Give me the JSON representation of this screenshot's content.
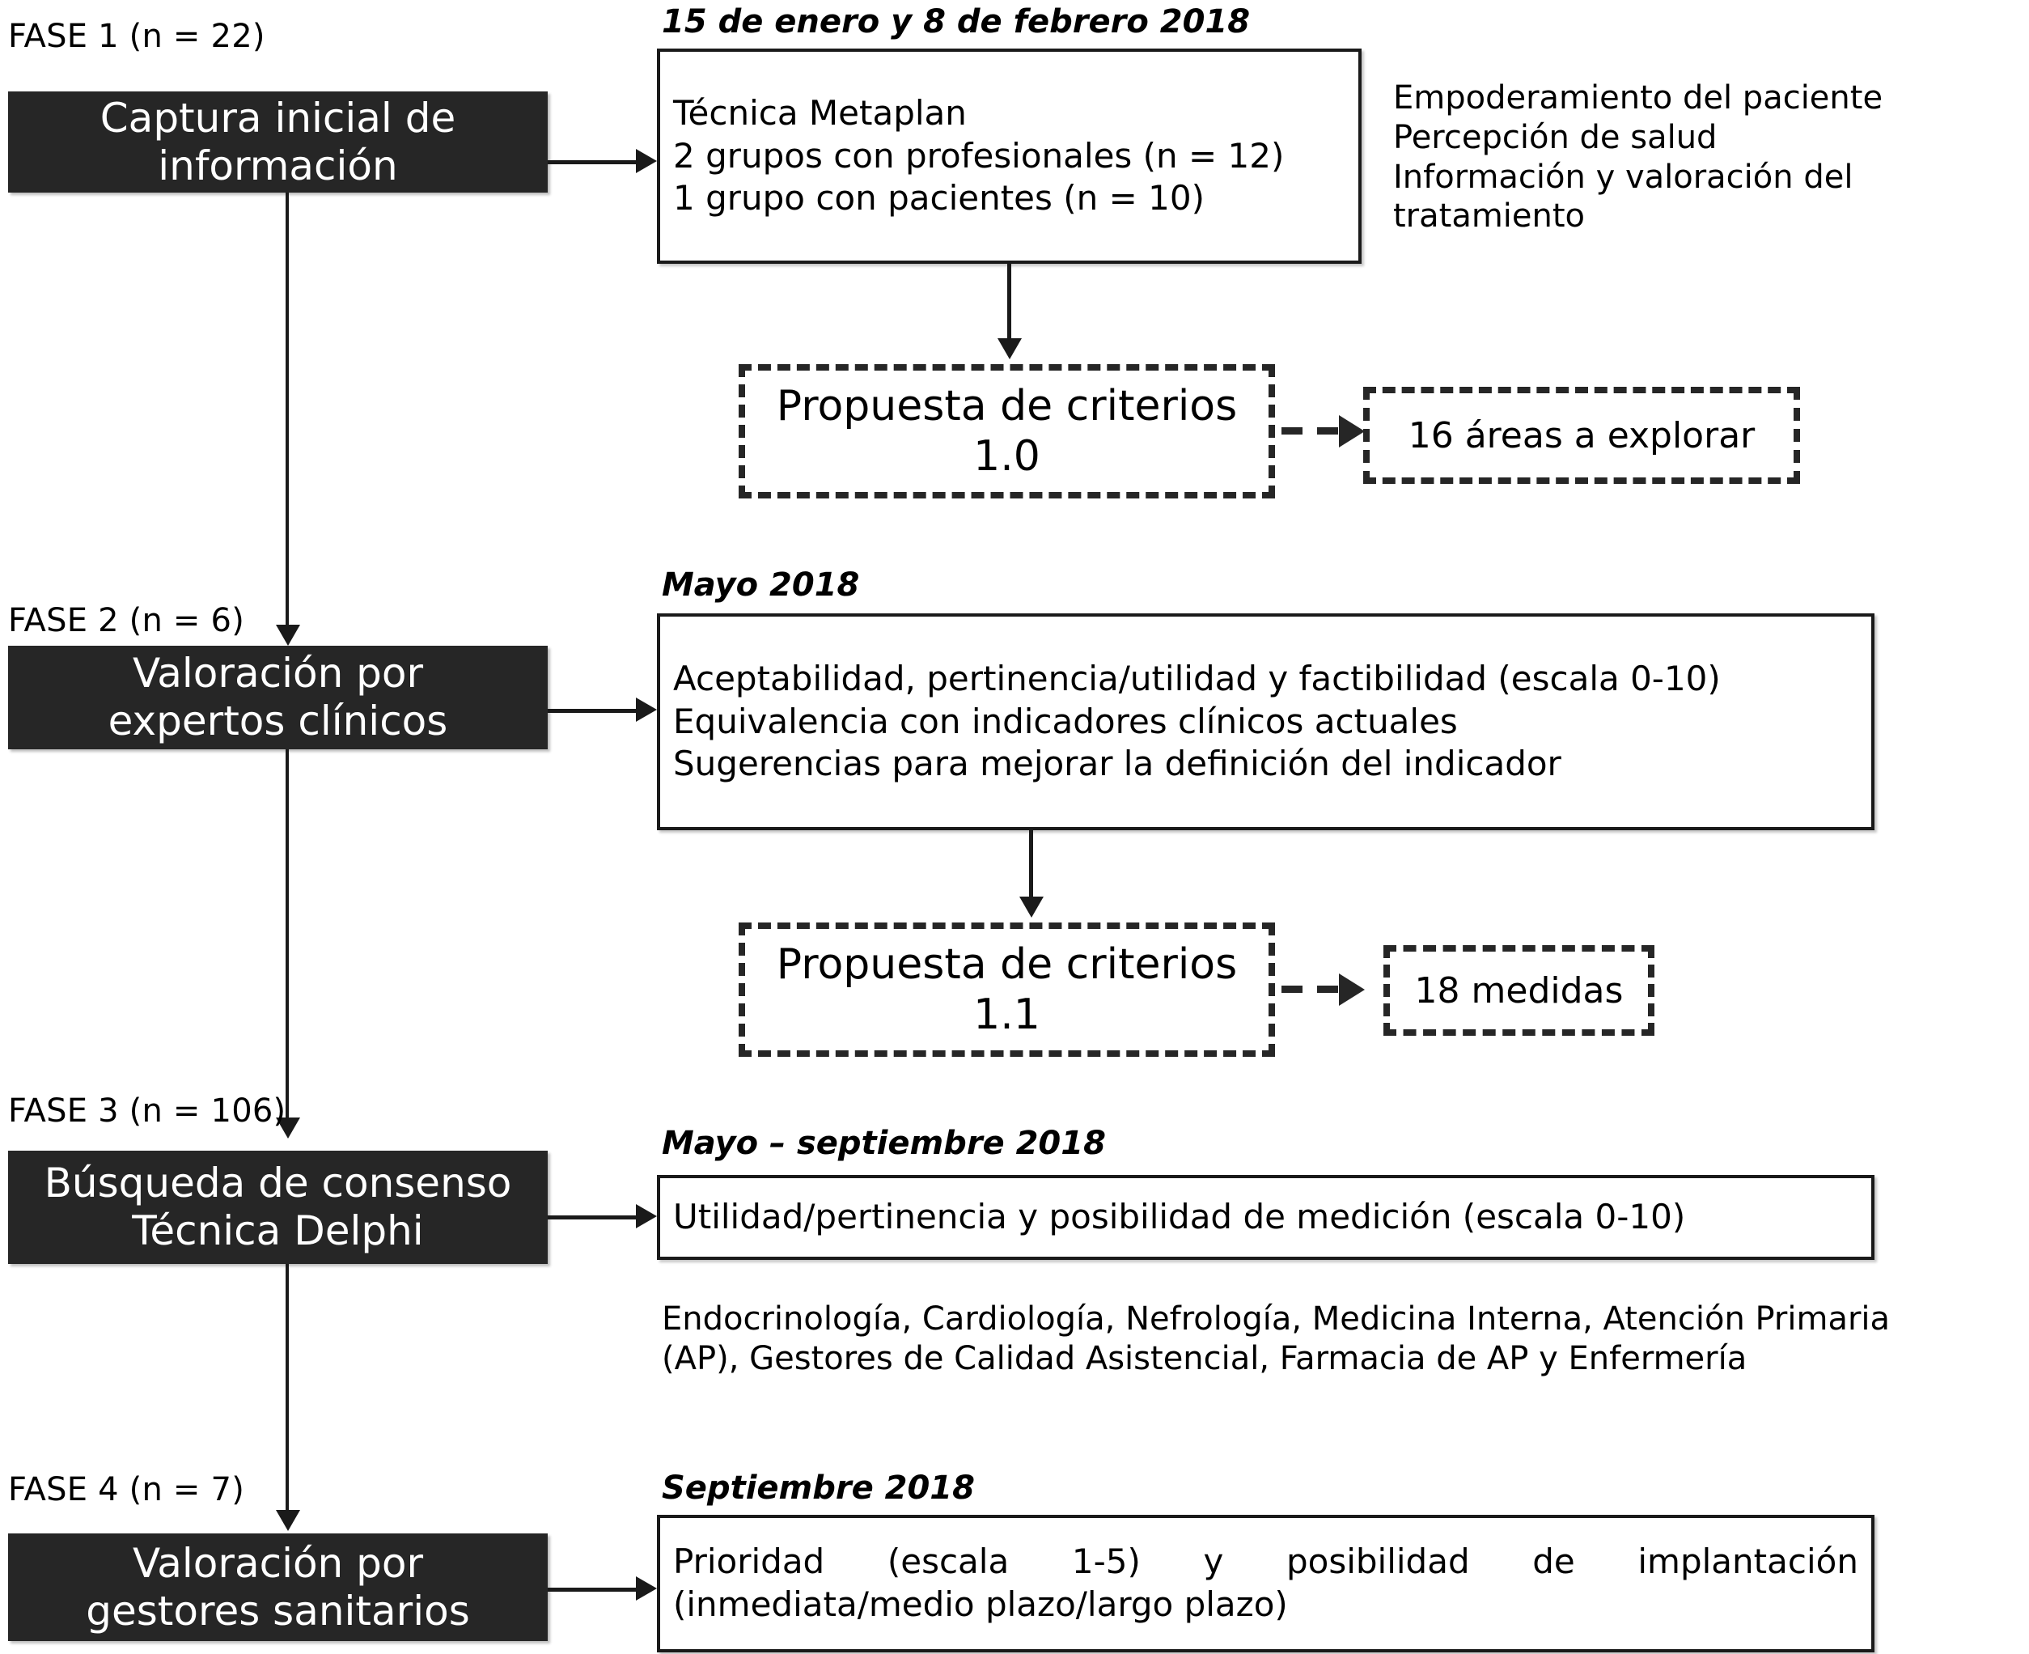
{
  "diagram": {
    "title": "Esquema de fases del estudio",
    "colors": {
      "phase_box_bg": "#262626",
      "phase_box_text": "#ffffff",
      "line": "#1a1a1a",
      "background": "#ffffff"
    },
    "phases": [
      {
        "id": "fase-1",
        "label": "FASE 1 (n = 22)",
        "box_line1": "Captura inicial de",
        "box_line2": "información",
        "date": "15 de enero y 8 de febrero 2018",
        "detail_lines": [
          "Técnica Metaplan",
          "2 grupos con profesionales (n = 12)",
          "1 grupo con pacientes (n = 10)"
        ],
        "side_notes": [
          "Empoderamiento del paciente",
          "Percepción de salud",
          "Información y valoración del tratamiento"
        ],
        "output_line1": "Propuesta de criterios",
        "output_line2": "1.0",
        "output_result": "16 áreas a explorar"
      },
      {
        "id": "fase-2",
        "label": "FASE 2 (n = 6)",
        "box_line1": "Valoración por",
        "box_line2": "expertos clínicos",
        "date": "Mayo 2018",
        "detail_lines": [
          "Aceptabilidad, pertinencia/utilidad y factibilidad (escala 0-10)",
          "Equivalencia con indicadores clínicos actuales",
          "Sugerencias para mejorar la definición del indicador"
        ],
        "output_line1": "Propuesta de criterios",
        "output_line2": "1.1",
        "output_result": "18 medidas"
      },
      {
        "id": "fase-3",
        "label": "FASE 3 (n = 106)",
        "box_line1": "Búsqueda de consenso",
        "box_line2": "Técnica Delphi",
        "date": "Mayo – septiembre 2018",
        "detail_lines": [
          "Utilidad/pertinencia y posibilidad de medición (escala 0-10)"
        ],
        "participants_line1": "Endocrinología, Cardiología, Nefrología, Medicina Interna, Atención Primaria",
        "participants_line2": "(AP), Gestores de Calidad Asistencial, Farmacia de AP y Enfermería"
      },
      {
        "id": "fase-4",
        "label": "FASE 4 (n = 7)",
        "box_line1": "Valoración por",
        "box_line2": "gestores sanitarios",
        "date": "Septiembre 2018",
        "detail_lines": [
          "Prioridad (escala 1-5) y posibilidad de implantación",
          "(inmediata/medio plazo/largo plazo)"
        ]
      }
    ]
  }
}
